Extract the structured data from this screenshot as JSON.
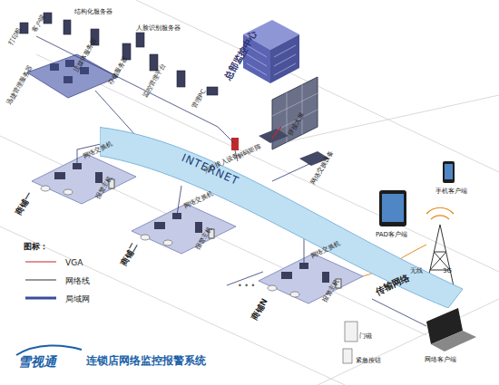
{
  "diagram": {
    "title": "连锁店网络监控报警系统",
    "nodes": [
      {
        "text": [
          "INTERNET"
        ]
      }
    ],
    "labels": [
      "打印机",
      "客户端",
      "结构化服务器",
      "人脸识别服务器",
      "流媒体服务器",
      "存储服务器",
      "监控管理平台",
      "管理PC",
      "总部监控中心",
      "拼接大屏",
      "解码矩阵",
      "网络交换设备",
      "迅捷管理服务器",
      "光纤接入设备",
      "网络交换机",
      "报警主机",
      "商铺一",
      "网络交换机",
      "报警主机",
      "商铺二",
      "网络交换机",
      "报警主机",
      "商铺N",
      "门磁",
      "紧急按钮",
      "传输网络",
      "PAD客户端",
      "手机客户端",
      "无线",
      "3G",
      "网络客户端",
      "雪视通",
      "图标："
    ],
    "legend": [
      {
        "text": "VGA"
      },
      {
        "text": "网络线"
      },
      {
        "text": "局域网"
      }
    ]
  }
}
